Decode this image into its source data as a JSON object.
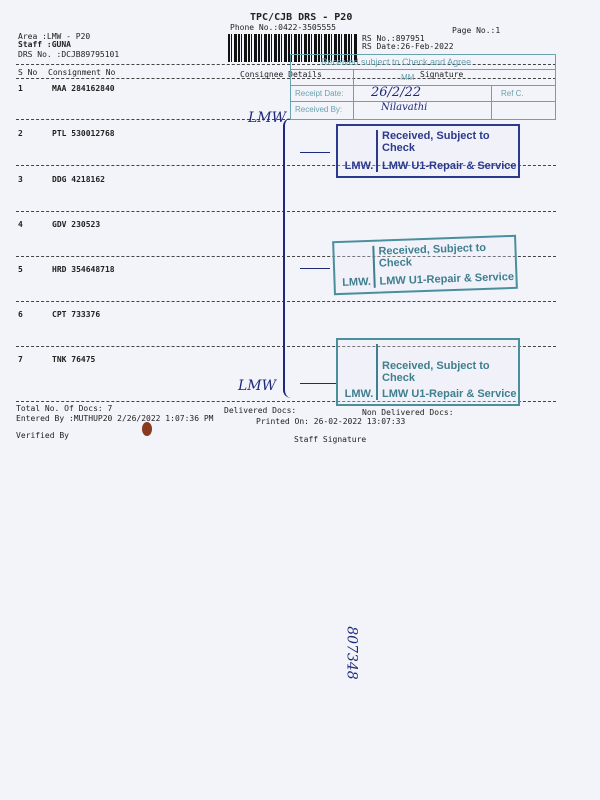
{
  "header": {
    "title": "TPC/CJB  DRS - P20",
    "phone": "Phone No.:0422-3505555",
    "page_no": "Page No.:1",
    "area": "Area :LMW - P20",
    "staff": "Staff :GUNA",
    "drs_no": "DRS No. :DCJB89795101",
    "rs_no": "RS No.:897951",
    "rs_date": "RS Date:26-Feb-2022"
  },
  "columns": {
    "sno": "S No",
    "consignment": "Consignment No",
    "consignee": "Consignee Details",
    "signature": "Signature"
  },
  "rows": [
    {
      "sno": "1",
      "consignment": "MAA 284162840"
    },
    {
      "sno": "2",
      "consignment": "PTL 530012768"
    },
    {
      "sno": "3",
      "consignment": "DDG 4218162"
    },
    {
      "sno": "4",
      "consignment": "GDV 230523"
    },
    {
      "sno": "5",
      "consignment": "HRD 354648718"
    },
    {
      "sno": "6",
      "consignment": "CPT 733376"
    },
    {
      "sno": "7",
      "consignment": "TNK 76475"
    }
  ],
  "footer": {
    "total_docs": "Total No. Of Docs:   7",
    "delivered": "Delivered Docs:",
    "non_delivered": "Non Delivered Docs:",
    "entered_by": "Entered By :MUTHUP20 2/26/2022 1:07:36 PM",
    "printed_on": "Printed On: 26-02-2022 13:07:33",
    "verified_by": "Verified By",
    "staff_signature": "Staff Signature"
  },
  "receipt_stamp": {
    "heading": "Received subject to Check and Agree",
    "receipt_date_label": "Receipt Date:",
    "receipt_date": "26/2/22",
    "received_by_label": "Received By:",
    "received_by": "Nilavathi",
    "code": "MM",
    "ref": "Ref C."
  },
  "stamps": {
    "line1": "Received, Subject to Check",
    "line2": "LMW U1-Repair & Service",
    "logo": "LMW."
  },
  "handwriting": {
    "lmw": "LMW",
    "number": "807348"
  },
  "colors": {
    "stamp_blue": "#2b3a8c",
    "stamp_teal": "#4a8f9c",
    "paper": "#f3f3fa"
  }
}
